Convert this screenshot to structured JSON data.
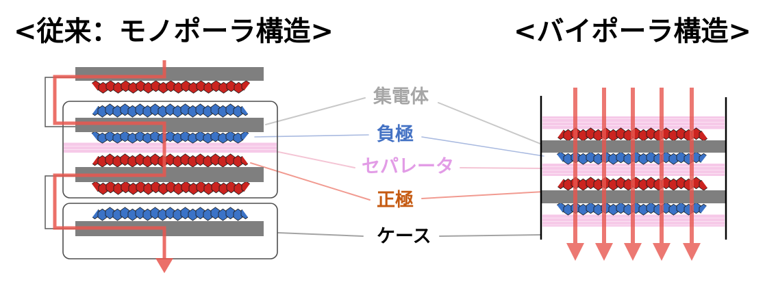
{
  "titles": {
    "monopolar": "<従来：モノポーラ構造>",
    "bipolar": "<バイポーラ構造>"
  },
  "labels": {
    "collector": "集電体",
    "negative": "負極",
    "separator": "セパレータ",
    "positive": "正極",
    "case": "ケース"
  },
  "colors": {
    "title": "#000000",
    "collector_label": "#A6A6A6",
    "negative_label": "#4472C4",
    "separator_label": "#E29CE6",
    "positive_label": "#C55A11",
    "case_label": "#000000",
    "collector": "#7F7F7F",
    "negative_electrode": "#3B73C7",
    "positive_electrode": "#CB2420",
    "particle_outline": "#1A1A1A",
    "separator": "#F6C9E8",
    "separator_stripe": "#FBE2F3",
    "current": "#E8574F",
    "cell_outline": "#4D4D4D",
    "tab_connector": "#595959",
    "case_wall": "#000000",
    "collector_line": "#C8C8C8",
    "negative_line": "#A9BAE0",
    "separator_line": "#F4C4D4",
    "positive_line": "#F19A90",
    "case_line": "#A3A3A3"
  }
}
